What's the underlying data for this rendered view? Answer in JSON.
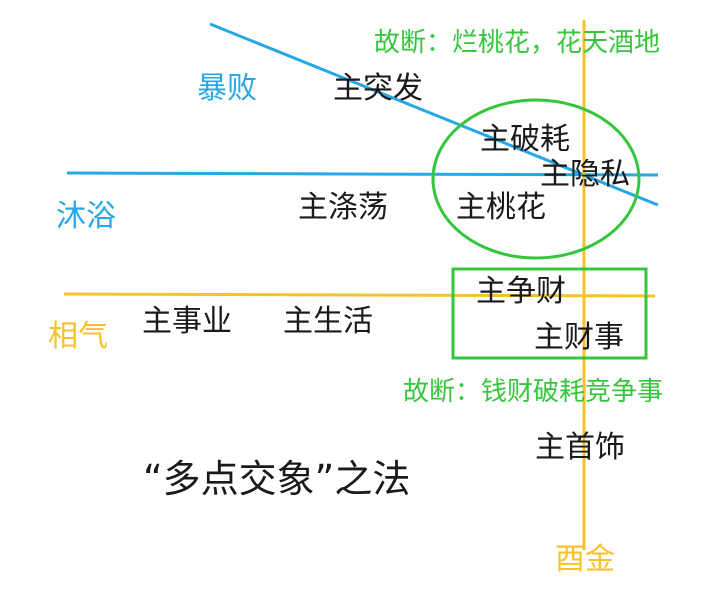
{
  "colors": {
    "blue": "#27a7e6",
    "yellow": "#f6c22a",
    "green": "#35c63d",
    "text": "#1a1a1a"
  },
  "lines": {
    "blue_diagonal": "blue-line",
    "blue_horizontal": "blue-line",
    "yellow_horizontal": "yellow-line",
    "yellow_vertical": "yellow-line"
  },
  "shapes": {
    "ellipse": "green-ellipse",
    "box": "green-rectangle"
  },
  "labels": {
    "baobai": "暴败",
    "muyu": "沐浴",
    "xiangqi": "相气",
    "youjin": "酉金",
    "zhu_tufa": "主突发",
    "zhu_dihuang": "主涤荡",
    "zhu_poha": "主破耗",
    "zhu_yinsi": "主隐私",
    "zhu_taohua": "主桃花",
    "zhu_zhengcai": "主争财",
    "zhu_caishi": "主财事",
    "zhu_shiye": "主事业",
    "zhu_shenghuo": "主生活",
    "zhu_shoushi": "主首饰",
    "duan1": "故断：烂桃花，花天酒地",
    "duan2": "故断：钱财破耗竞争事",
    "title": "“多点交象”之法"
  }
}
